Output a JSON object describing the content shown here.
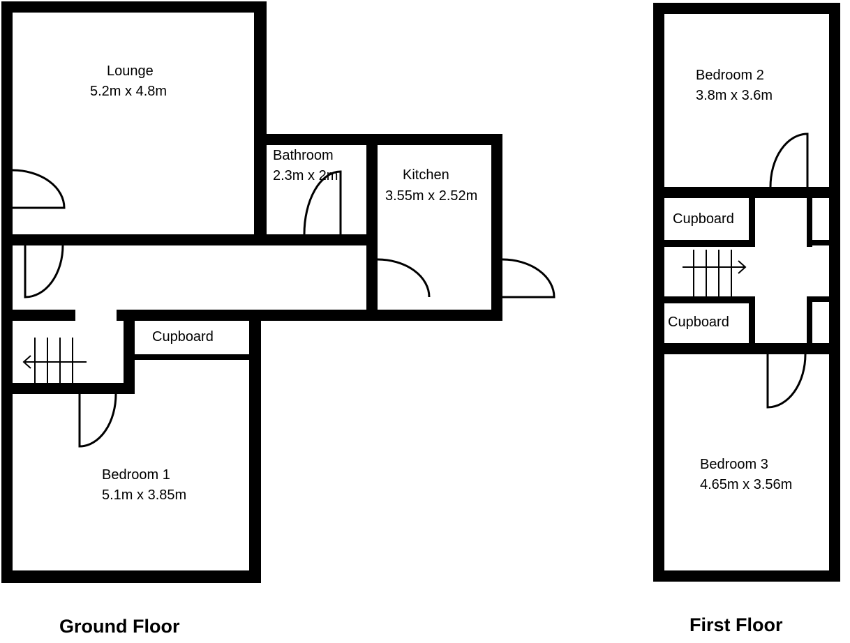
{
  "ground_floor": {
    "title": "Ground Floor",
    "lounge": {
      "name": "Lounge",
      "size": "5.2m x 4.8m"
    },
    "bathroom": {
      "name": "Bathroom",
      "size": "2.3m x 2m"
    },
    "kitchen": {
      "name": "Kitchen",
      "size": "3.55m x 2.52m"
    },
    "cupboard": {
      "name": "Cupboard"
    },
    "bedroom1": {
      "name": "Bedroom 1",
      "size": "5.1m x 3.85m"
    }
  },
  "first_floor": {
    "title": "First Floor",
    "bedroom2": {
      "name": "Bedroom 2",
      "size": "3.8m x 3.6m"
    },
    "cupboard_upper": {
      "name": "Cupboard"
    },
    "cupboard_lower": {
      "name": "Cupboard"
    },
    "bedroom3": {
      "name": "Bedroom 3",
      "size": "4.65m x 3.56m"
    }
  }
}
